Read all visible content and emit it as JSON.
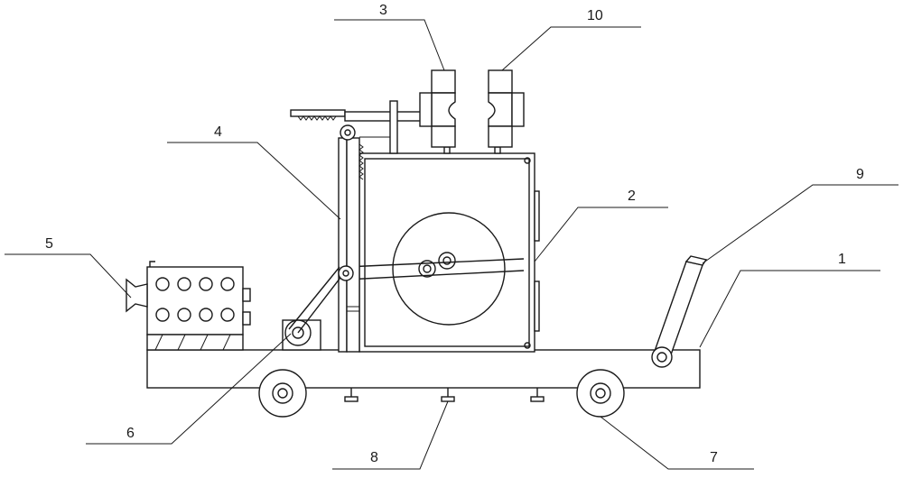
{
  "labels": [
    {
      "id": "1",
      "text": "1"
    },
    {
      "id": "2",
      "text": "2"
    },
    {
      "id": "3",
      "text": "3"
    },
    {
      "id": "4",
      "text": "4"
    },
    {
      "id": "5",
      "text": "5"
    },
    {
      "id": "6",
      "text": "6"
    },
    {
      "id": "7",
      "text": "7"
    },
    {
      "id": "8",
      "text": "8"
    },
    {
      "id": "9",
      "text": "9"
    },
    {
      "id": "10",
      "text": "10"
    }
  ],
  "colors": {
    "line": "#1a1a1a",
    "background": "#ffffff"
  }
}
